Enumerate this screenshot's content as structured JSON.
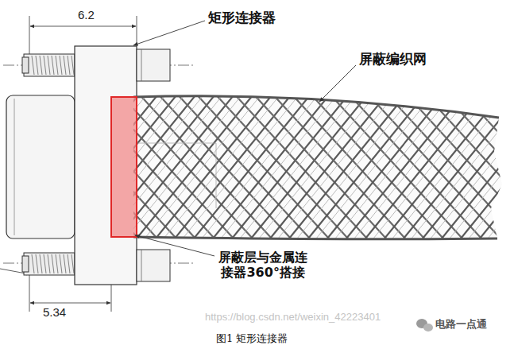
{
  "diagram": {
    "caption": "图1 矩形连接器",
    "labels": [
      "6.2",
      "矩形连接器",
      "屏蔽编织网",
      "屏蔽层与金属连接器360°搭接",
      "5.34",
      "https://blog.csdn.net/weixin_42223401",
      "电路一点通"
    ]
  }
}
